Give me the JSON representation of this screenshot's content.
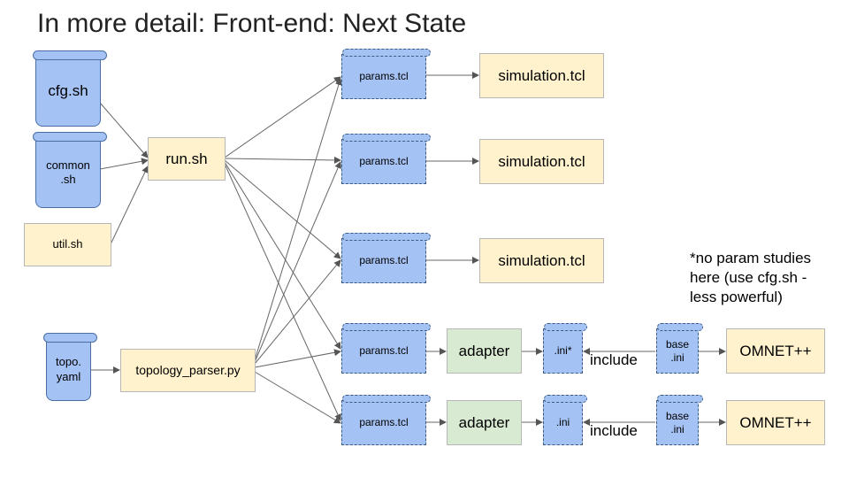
{
  "title": "In more detail: Front-end: Next State",
  "nodes": {
    "cfg": "cfg.sh",
    "common": "common\n.sh",
    "util": "util.sh",
    "run": "run.sh",
    "topo": "topo.\nyaml",
    "parser": "topology_parser.py",
    "params1": "params.tcl",
    "params2": "params.tcl",
    "params3": "params.tcl",
    "params4": "params.tcl",
    "params5": "params.tcl",
    "sim1": "simulation.tcl",
    "sim2": "simulation.tcl",
    "sim3": "simulation.tcl",
    "adapter1": "adapter",
    "adapter2": "adapter",
    "ini1": ".ini*",
    "ini2": ".ini",
    "base1": "base\n.ini",
    "base2": "base\n.ini",
    "omnet1": "OMNET++",
    "omnet2": "OMNET++"
  },
  "include_label_1": "include",
  "include_label_2": "include",
  "note": "*no param studies\nhere (use cfg.sh -\nless powerful)",
  "colors": {
    "file_blue": "#a4c2f4",
    "script_yellow": "#fff2cc",
    "adapter_green": "#d9ead3"
  }
}
